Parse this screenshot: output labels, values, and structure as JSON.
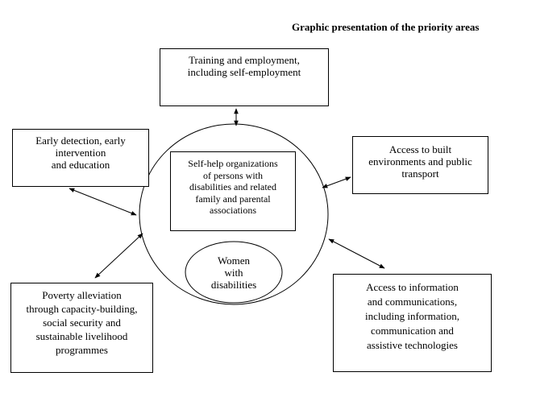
{
  "title": "Graphic presentation of the priority areas",
  "center": {
    "lines": [
      "Self-help organizations",
      "of persons with",
      "disabilities and related",
      "family and parental",
      "associations"
    ]
  },
  "women": {
    "lines": [
      "Women",
      "with",
      "disabilities"
    ]
  },
  "areas": {
    "top": {
      "lines": [
        "Training and employment,",
        "including self-employment"
      ]
    },
    "left": {
      "lines": [
        "Early detection, early",
        "intervention",
        "and education"
      ]
    },
    "right": {
      "lines": [
        "Access to built",
        "environments and public",
        "transport"
      ]
    },
    "bottom_left": {
      "lines": [
        "Poverty alleviation",
        "through capacity-building,",
        "social security and",
        "sustainable livelihood",
        "programmes"
      ]
    },
    "bottom_right": {
      "lines": [
        "Access to information",
        "and communications,",
        "including information,",
        "communication and",
        "assistive technologies"
      ]
    }
  }
}
